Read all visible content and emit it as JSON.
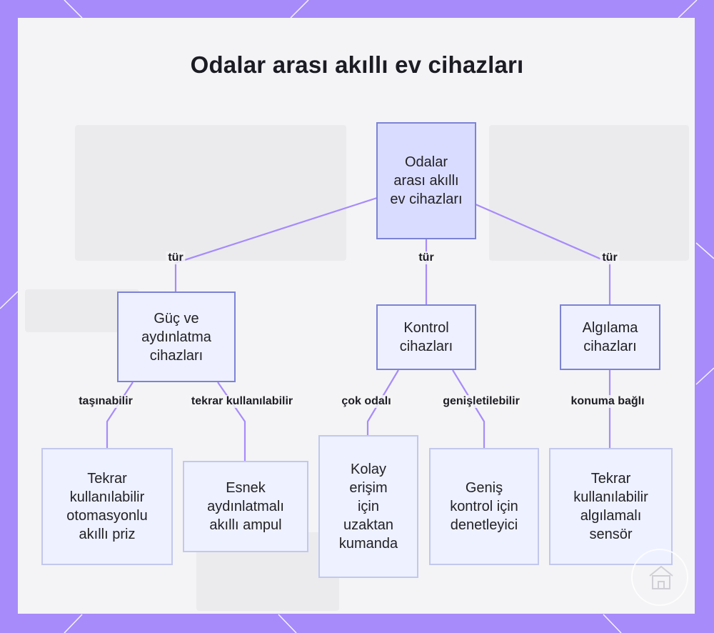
{
  "title": "Odalar arası akıllı ev cihazları",
  "nodes": {
    "root": "Odalar arası akıllı ev cihazları",
    "power": "Güç ve aydınlatma cihazları",
    "control": "Kontrol cihazları",
    "sensing": "Algılama cihazları",
    "plug": "Tekrar kullanılabilir otomasyonlu akıllı priz",
    "bulb": "Esnek aydınlatmalı akıllı ampul",
    "remote": "Kolay erişim için uzaktan kumanda",
    "controller": "Geniş kontrol için denetleyici",
    "sensor": "Tekrar kullanılabilir algılamalı sensör"
  },
  "edges": {
    "root_power": "tür",
    "root_control": "tür",
    "root_sensing": "tür",
    "power_plug": "taşınabilir",
    "power_bulb": "tekrar kullanılabilir",
    "control_remote": "çok odalı",
    "control_controller": "genişletilebilir",
    "sensing_sensor": "konuma bağlı"
  },
  "colors": {
    "frame": "#a78bfa",
    "edge": "#a78bfa",
    "root_fill": "#dadcff",
    "node_fill": "#eef0ff",
    "node_border": "#7c83d6",
    "leaf_border": "#c2c8ec"
  },
  "icons": {
    "logo": "house-icon"
  }
}
